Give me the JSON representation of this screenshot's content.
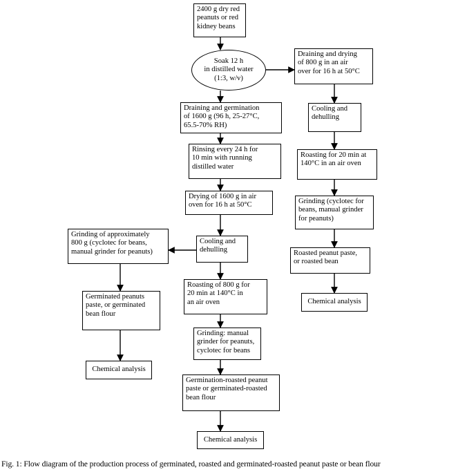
{
  "nodes": {
    "raw_material": "2400 g dry red\npeanuts or red\nkidney beans",
    "soak": "Soak 12 h\nin distilled water\n(1:3, w/v)",
    "germination": "Draining and germination\nof 1600 g (96 h, 25-27°C,\n65.5-70% RH)",
    "rinsing": "Rinsing every 24 h for\n10 min with running\ndistilled water",
    "drying_germ": "Drying of 1600 g in air\noven for 16 h at 50°C",
    "cooling_germ": "Cooling and\ndehulling",
    "grinding_germ": "Grinding of approximately\n800 g (cyclotec for beans,\nmanual grinder for peanuts)",
    "germ_product": "Germinated peanuts\npaste, or germinated\nbean flour",
    "chem_germ": "Chemical analysis",
    "roasting_gr": "Roasting of 800 g for\n20 min at 140°C in\nan air oven",
    "grinding_gr": "Grinding: manual\ngrinder for peanuts,\ncyclotec for beans",
    "gr_product": "Germination-roasted peanut\npaste or germinated-roasted\nbean flour",
    "chem_gr": "Chemical analysis",
    "drying_roast": "Draining and drying\nof 800 g in an air\nover for 16 h at 50°C",
    "cooling_roast": "Cooling and\ndehulling",
    "roasting_r": "Roasting for 20 min at\n140°C in an air oven",
    "grinding_r": "Grinding (cyclotec for\nbeans, manual grinder\nfor peanuts)",
    "roast_product": "Roasted peanut paste,\nor roasted bean",
    "chem_roast": "Chemical analysis"
  },
  "caption": "Fig. 1: Flow diagram of the production process of germinated, roasted and germinated-roasted peanut paste or bean flour"
}
